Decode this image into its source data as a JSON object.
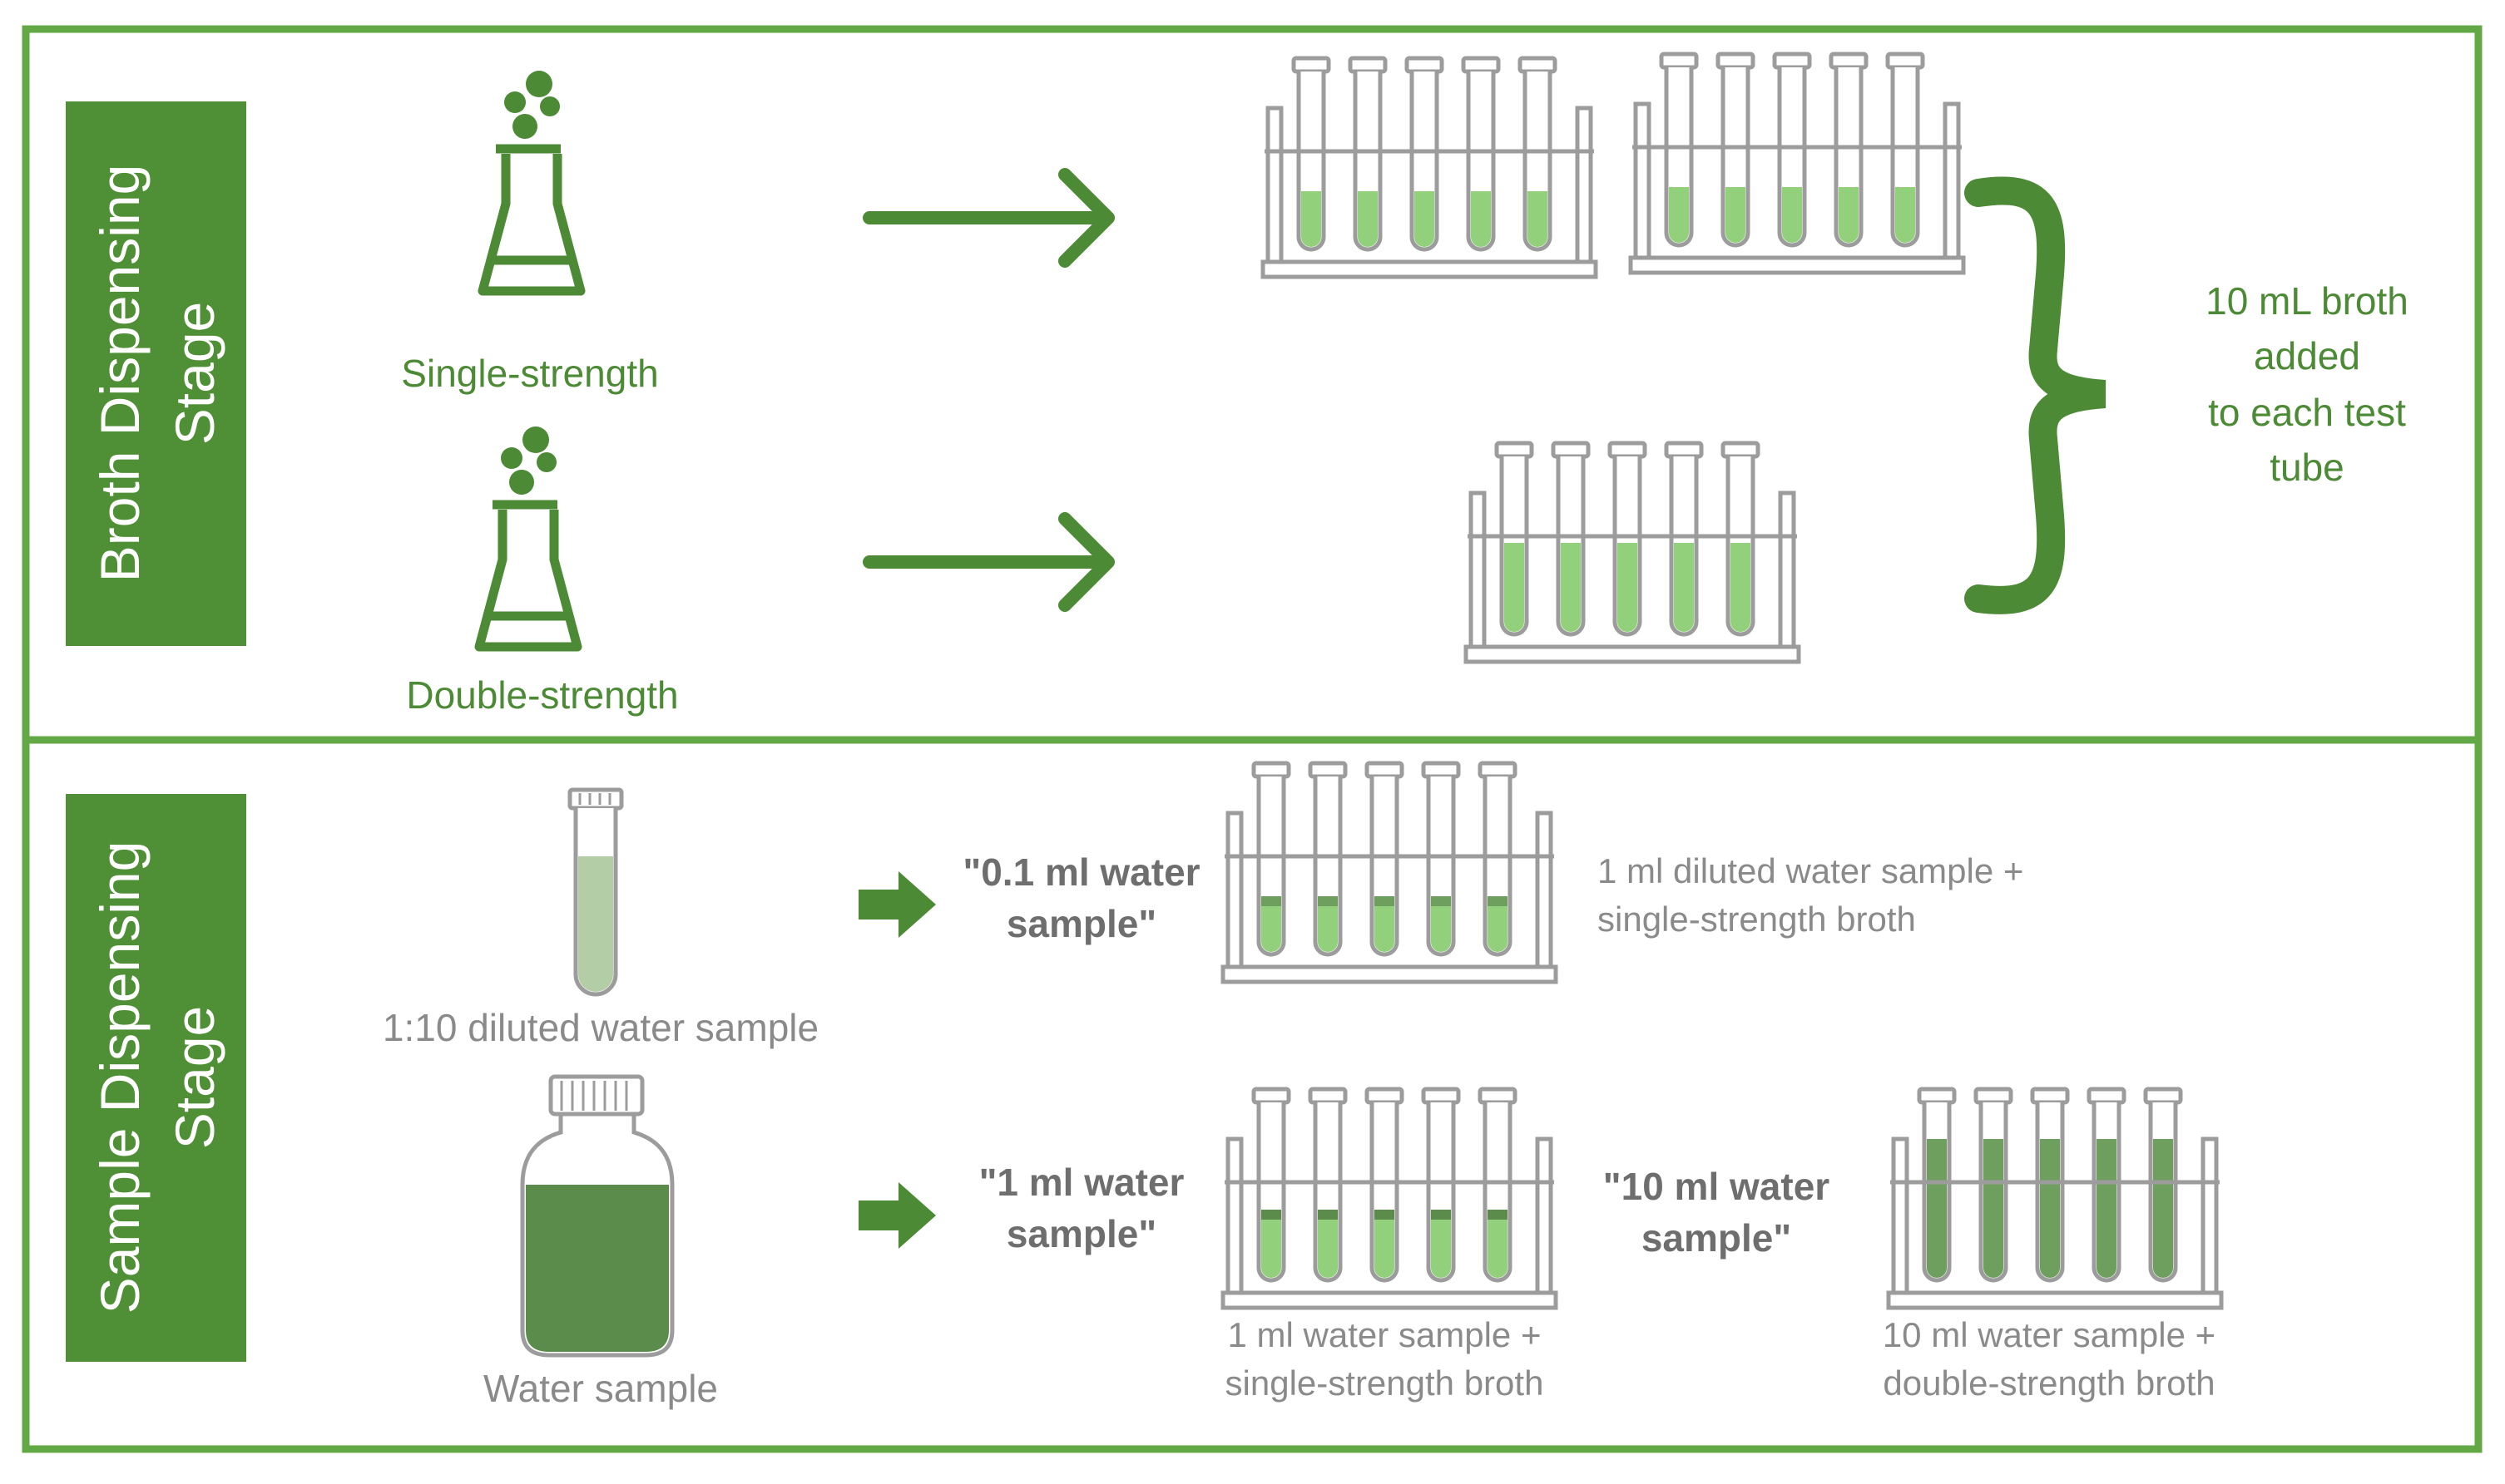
{
  "colors": {
    "frame": "#62a844",
    "banner": "#4f8f35",
    "accent_dark": "#4c8a35",
    "liquid": "#93d07c",
    "rack": "#9c9c9c",
    "grey_text": "#8a8a8a",
    "dark_text": "#6e6e6e",
    "diluted_liquid": "#b3cda6",
    "water_sample": "#5c8c4c",
    "dark_liquid": "#6f9f5e"
  },
  "broth_stage": {
    "banner": [
      "Broth Dispensing",
      "Stage"
    ],
    "flask_single_label": "Single-strength",
    "flask_double_label": "Double-strength",
    "brace_note": [
      "10 mL broth",
      "added",
      "to each test",
      "tube"
    ],
    "icons": [
      "flask-icon",
      "arrow-right-icon",
      "test-tube-rack-icon",
      "curly-brace-icon"
    ]
  },
  "sample_stage": {
    "banner": [
      "Sample Dispensing",
      "Stage"
    ],
    "diluted_label": "1:10 diluted water sample",
    "water_label": "Water sample",
    "tag_01": [
      "\"0.1 ml water",
      "sample\""
    ],
    "desc_01": [
      "1 ml diluted water sample +",
      "single-strength broth"
    ],
    "tag_1": [
      "\"1 ml water",
      "sample\""
    ],
    "desc_1": [
      "1 ml water sample +",
      "single-strength broth"
    ],
    "tag_10": [
      "\"10 ml water",
      "sample\""
    ],
    "desc_10": [
      "10 ml water sample +",
      "double-strength broth"
    ],
    "icons": [
      "test-tube-icon",
      "bottle-icon",
      "arrow-right-icon",
      "test-tube-rack-icon"
    ]
  }
}
